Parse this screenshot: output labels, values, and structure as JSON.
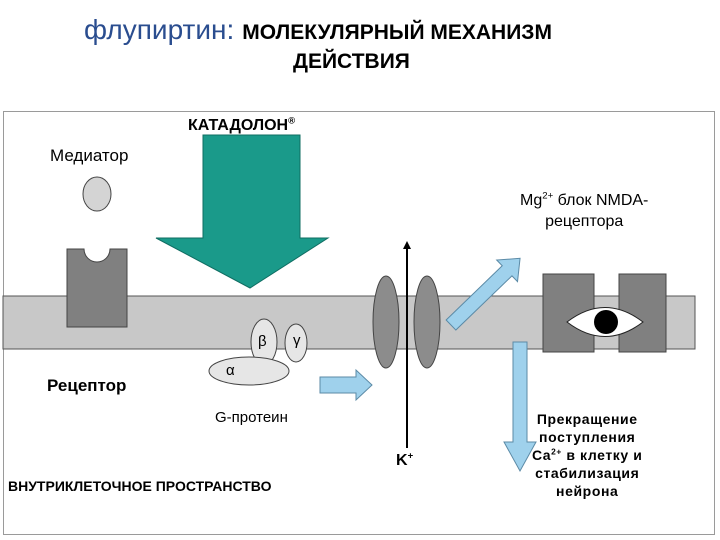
{
  "title": {
    "drug": "флупиртин:",
    "line1": "МОЛЕКУЛЯРНЫЙ МЕХАНИЗМ",
    "line2": "ДЕЙСТВИЯ"
  },
  "labels": {
    "katadolon": "КАТАДОЛОН",
    "katadolon_mark": "®",
    "mediator": "Медиатор",
    "mg_prefix": "Mg",
    "mg_charge": "2+",
    "mg_text": " блок NMDA-",
    "mg_line2": "рецептора",
    "receptor": "Рецептор",
    "beta": "β",
    "gamma": "γ",
    "alpha": "α",
    "g_protein": "G-протеин",
    "k_ion": "K",
    "k_charge": "+",
    "intracellular": "ВНУТРИКЛЕТОЧНОЕ ПРОСТРАНСТВО",
    "stop_line1": "Прекращение",
    "stop_line2": "поступления",
    "stop_ca": "Ca",
    "stop_ca_charge": "2+",
    "stop_ca_rest": " в клетку и",
    "stop_line4": "стабилизация",
    "stop_line5": "нейрона"
  },
  "colors": {
    "drug_title": "#2a4d8f",
    "membrane": "#c8c8c8",
    "receptor_block": "#808080",
    "big_arrow": "#1a9a8a",
    "small_arrows": "#9fd1ec",
    "channel_ovals": "#8c8c8c",
    "subunits": "#e6e6e6"
  }
}
